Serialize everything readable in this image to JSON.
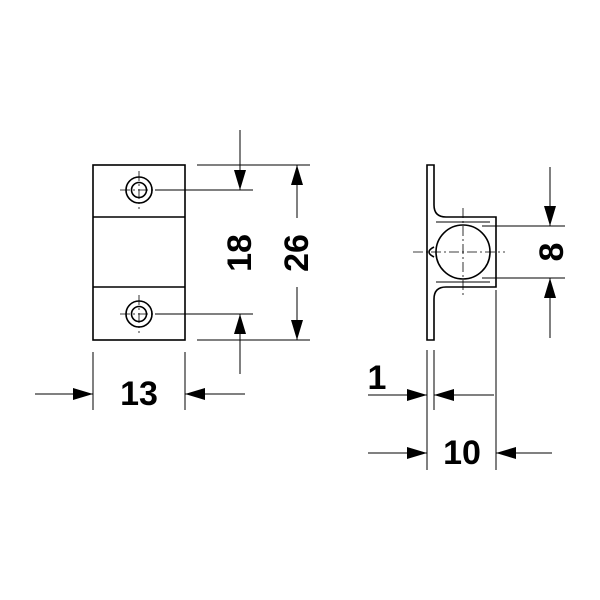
{
  "front_view": {
    "width_label": "13",
    "hole_spacing_label": "18",
    "height_label": "26"
  },
  "side_view": {
    "thickness_label": "1",
    "depth_label": "10",
    "ball_diameter_label": "8"
  },
  "colors": {
    "line": "#000000",
    "background": "#ffffff"
  }
}
